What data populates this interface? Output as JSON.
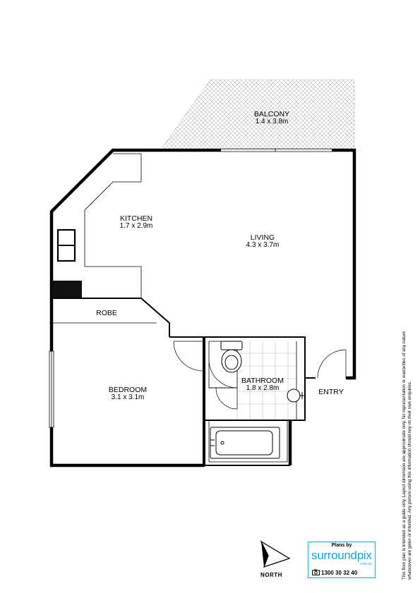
{
  "rooms": {
    "balcony": {
      "name": "BALCONY",
      "dims": "1.4 x 3.8m"
    },
    "kitchen": {
      "name": "KITCHEN",
      "dims": "1.7 x 2.9m"
    },
    "living": {
      "name": "LIVING",
      "dims": "4.3 x 3.7m"
    },
    "robe": {
      "name": "ROBE"
    },
    "bedroom": {
      "name": "BEDROOM",
      "dims": "3.1 x 3.1m"
    },
    "bathroom": {
      "name": "BATHROOM",
      "dims": "1.8 x 2.8m"
    },
    "entry": {
      "name": "ENTRY"
    }
  },
  "compass": {
    "label": "NORTH",
    "icon": "north-arrow-icon"
  },
  "logo": {
    "heading": "Plans by",
    "brand": "surroundpix",
    "domain": ".com.au",
    "phone": "1300 30 32 40",
    "icon": "camera-icon",
    "color": "#1aa2d8"
  },
  "disclaimer": {
    "line1": "This floor plan is intended as a guide only. Layout dimension are approximate only. No representation or warranties of any nature",
    "line2": "whatsoever are given or intended. Any person using this information should rely on their own enquiries."
  },
  "colors": {
    "wall": "#000000",
    "tile_grid": "#b9b9b9",
    "balcony_hatch": "#9a9a9a"
  }
}
